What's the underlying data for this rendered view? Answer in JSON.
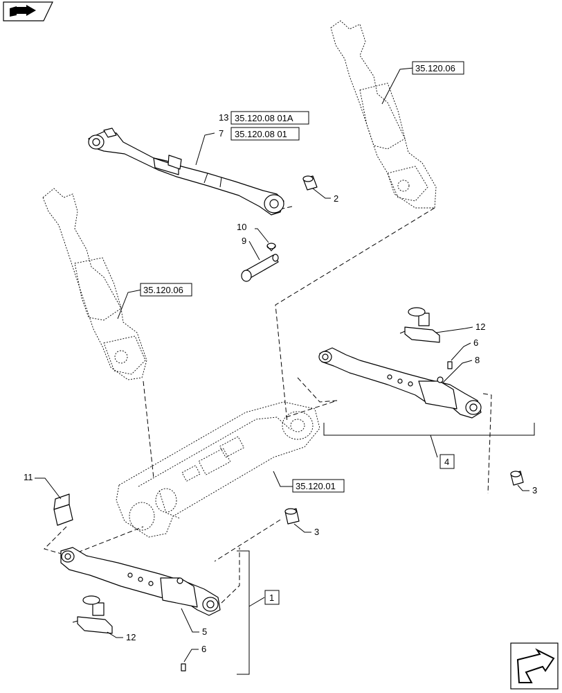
{
  "corner_icon": "book-arrow-icon",
  "nav_icon": "next-page-arrow-icon",
  "refs": {
    "r13": "13",
    "r13_code": "35.120.08 01A",
    "r7": "7",
    "r7_code": "35.120.08 01",
    "top_right_ref": "35.120.06",
    "left_ref": "35.120.06",
    "center_ref": "35.120.01"
  },
  "callouts": {
    "c2": "2",
    "c10": "10",
    "c9": "9",
    "c12_top": "12",
    "c6_top": "6",
    "c8": "8",
    "c4": "4",
    "c3_right": "3",
    "c11": "11",
    "c3_center": "3",
    "c1": "1",
    "c5": "5",
    "c12_bottom": "12",
    "c6_bottom": "6"
  }
}
